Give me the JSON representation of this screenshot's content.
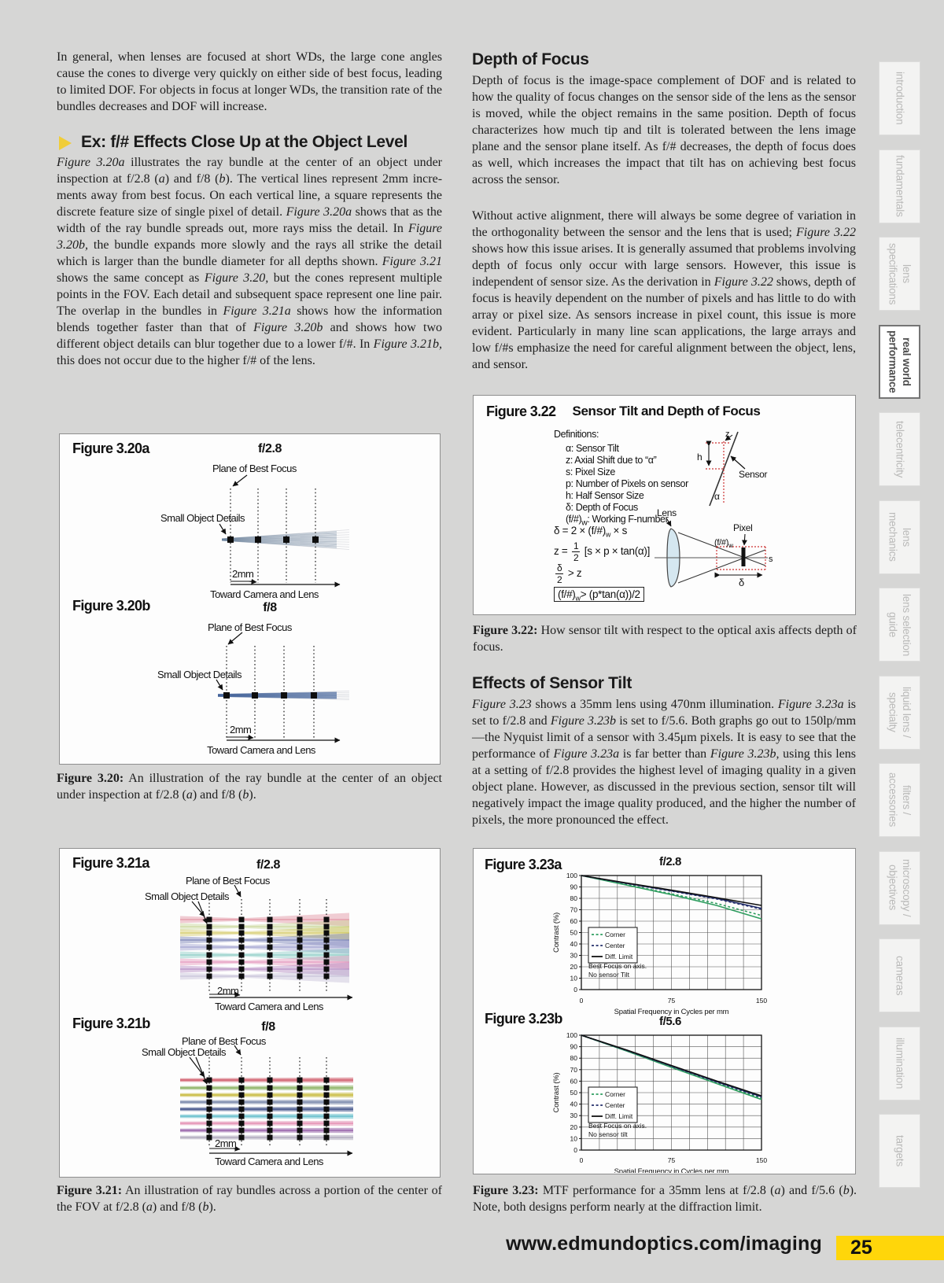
{
  "page": {
    "footer_url": "www.edmundoptics.com/imaging",
    "page_number": "25"
  },
  "left": {
    "para1": [
      {
        "t": "In general, when lenses are focused at short WDs, the large cone angles cause the cones to diverge very quickly on either side of best focus, lead­ing to limited DOF. For objects in focus at longer WDs, the transition rate of the bundles decreases and DOF will increase."
      }
    ],
    "heading": "Ex: f/# Effects Close Up at the Object Level",
    "para2": [
      {
        "t": "Figure 3.20a",
        "i": true
      },
      {
        "t": " illustrates the ray bundle at the center of an object under inspection at f/2.8 ("
      },
      {
        "t": "a",
        "i": true
      },
      {
        "t": ") and f/8 ("
      },
      {
        "t": "b",
        "i": true
      },
      {
        "t": "). The vertical lines represent 2mm incre­ments away from best focus. On each vertical line, a square represents the discrete feature size of single pixel of detail. "
      },
      {
        "t": "Figure 3.20a",
        "i": true
      },
      {
        "t": " shows that as the width of the ray bundle spreads out, more rays miss the detail. In "
      },
      {
        "t": "Figure 3.20b,",
        "i": true
      },
      {
        "t": " the bundle expands more slowly and the rays all strike the detail which is larger than the bundle diameter for all depths shown. "
      },
      {
        "t": "Fig­ure 3.21",
        "i": true
      },
      {
        "t": " shows the same concept as "
      },
      {
        "t": "Figure 3.20,",
        "i": true
      },
      {
        "t": " but the cones represent multiple points in the FOV. Each detail and subsequent space represent one line pair. The overlap in the bundles in "
      },
      {
        "t": "Figure 3.21a",
        "i": true
      },
      {
        "t": " shows how the information blends together faster than that of "
      },
      {
        "t": "Figure 3.20b",
        "i": true
      },
      {
        "t": " and shows how two different object details can blur together due to a lower f/#. In "
      },
      {
        "t": "Figure 3.21b,",
        "i": true
      },
      {
        "t": " this does not occur due to the higher f/# of the lens."
      }
    ]
  },
  "right": {
    "heading1": "Depth of Focus",
    "para1": [
      {
        "t": "Depth of focus is the image-space complement of DOF and is related to how the quality of focus changes on the sensor side of the lens as the sensor is moved, while the object remains in the same position. Depth of focus characterizes how much tip and tilt is tolerated between the lens image plane and the sensor plane itself. As f/# decreases, the depth of focus does as well, which increases the impact that tilt has on achieving best focus across the sensor."
      }
    ],
    "para2": [
      {
        "t": "Without active alignment, there will always be some degree of variation in the orthogonality between the sensor and the lens that is used; "
      },
      {
        "t": "Figure 3.22",
        "i": true
      },
      {
        "t": " shows how this issue arises. It is generally assumed that problems involving depth of focus only occur with large sensors. However, this is­sue is independent of sensor size. As the derivation in "
      },
      {
        "t": "Figure 3.22",
        "i": true
      },
      {
        "t": " shows, depth of focus is heavily dependent on the number of pixels and has little to do with array or pixel size. As sensors increase in pixel count, this issue is more evident. Particularly in many line scan applications, the large arrays and low f/#s emphasize the need for careful alignment between the object, lens, and sensor."
      }
    ],
    "heading2": "Effects of Sensor Tilt",
    "para3": [
      {
        "t": "Figure 3.23",
        "i": true
      },
      {
        "t": " shows a 35mm lens using 470nm illumination. "
      },
      {
        "t": "Figure 3.23a",
        "i": true
      },
      {
        "t": " is set to f/2.8 and "
      },
      {
        "t": "Figure 3.23b",
        "i": true
      },
      {
        "t": " is set to f/5.6. Both graphs go out to 150lp/mm—the Nyquist limit of a sensor with 3.45μm pixels. It is easy to see that the performance of "
      },
      {
        "t": "Figure 3.23a",
        "i": true
      },
      {
        "t": " is far better than "
      },
      {
        "t": "Figure 3.23b,",
        "i": true
      },
      {
        "t": " using this lens at a setting of f/2.8 provides the highest level of imaging quality in a given object plane. However, as discussed in the previous section, sensor tilt will negatively impact the image quality produced, and the higher the number of pixels, the more pronounced the effect."
      }
    ]
  },
  "fig20": {
    "label_a": "Figure 3.20a",
    "title_a": "f/2.8",
    "label_b": "Figure 3.20b",
    "title_b": "f/8",
    "plane": "Plane of Best Focus",
    "details": "Small Object Details",
    "scale": "2mm",
    "axis": "Toward Camera and Lens",
    "caption": [
      {
        "t": "Figure 3.20:",
        "b": true
      },
      {
        "t": " An illustration of the ray bundle at the center of an object under inspection at f/2.8 ("
      },
      {
        "t": "a",
        "i": true
      },
      {
        "t": ") and f/8 ("
      },
      {
        "t": "b",
        "i": true
      },
      {
        "t": ")."
      }
    ]
  },
  "fig21": {
    "label_a": "Figure 3.21a",
    "title_a": "f/2.8",
    "label_b": "Figure 3.21b",
    "title_b": "f/8",
    "plane": "Plane of Best Focus",
    "details": "Small Object Details",
    "scale": "2mm",
    "axis": "Toward Camera and Lens",
    "caption": [
      {
        "t": "Figure 3.21:",
        "b": true
      },
      {
        "t": " An illustration of ray bundles across a portion of the center of the FOV at f/2.8 ("
      },
      {
        "t": "a",
        "i": true
      },
      {
        "t": ") and f/8 ("
      },
      {
        "t": "b",
        "i": true
      },
      {
        "t": ")."
      }
    ]
  },
  "fig22": {
    "label": "Figure 3.22",
    "title": "Sensor Tilt and Depth of Focus",
    "definitions_title": "Definitions:",
    "definitions": [
      [
        {
          "t": "α: Sensor Tilt"
        }
      ],
      [
        {
          "t": "z: Axial Shift due to “α”"
        }
      ],
      [
        {
          "t": "s: Pixel Size"
        }
      ],
      [
        {
          "t": "p: Number of Pixels on sensor"
        }
      ],
      [
        {
          "t": "h: Half Sensor Size"
        }
      ],
      [
        {
          "t": "δ: Depth of Focus"
        }
      ],
      [
        {
          "t": "(f/#)"
        },
        {
          "t": "w",
          "sub": true
        },
        {
          "t": ": Working F-number"
        }
      ]
    ],
    "formula1": [
      {
        "t": "δ = 2 × (f/#)"
      },
      {
        "t": "w",
        "sub": true
      },
      {
        "t": " × s"
      }
    ],
    "formula2": {
      "pre": "z = ",
      "num": "1",
      "den": "2",
      "post": " [s × p × tan(α)]"
    },
    "formula3": {
      "pre": "",
      "num": "δ",
      "den": "2",
      "post": " > z"
    },
    "formula4": [
      {
        "t": "(f/#)"
      },
      {
        "t": "w",
        "sub": true
      },
      {
        "t": "> (p*tan(α))/2"
      }
    ],
    "labels": {
      "lens": "Lens",
      "pixel": "Pixel",
      "sensor": "Sensor",
      "s": "s",
      "delta": "δ",
      "alpha": "α",
      "h": "h",
      "z": "z",
      "fnum": "(f/#)",
      "fnum_sub": "w"
    },
    "caption": [
      {
        "t": "Figure 3.22:",
        "b": true
      },
      {
        "t": " How sensor tilt with respect to the optical axis affects depth of focus."
      }
    ]
  },
  "fig23": {
    "label_a": "Figure 3.23a",
    "label_b": "Figure 3.23b",
    "caption": [
      {
        "t": "Figure 3.23:",
        "b": true
      },
      {
        "t": " MTF performance for a 35mm lens at f/2.8 ("
      },
      {
        "t": "a",
        "i": true
      },
      {
        "t": ") and f/5.6 ("
      },
      {
        "t": "b",
        "i": true
      },
      {
        "t": "). Note, both designs perform nearly at the diffraction limit."
      }
    ]
  },
  "chart_data": [
    {
      "id": "323a",
      "type": "line",
      "title": "f/2.8",
      "xlabel": "Spatial Frequency in Cycles per mm",
      "ylabel": "Contrast (%)",
      "xlim": [
        0,
        150
      ],
      "ylim": [
        0,
        100
      ],
      "xticks": [
        0,
        75,
        150
      ],
      "ytick_step": 10,
      "grid": true,
      "legend_pos": "left-middle",
      "annotation": [
        "Best Focus on axis.",
        "No sensor Tilt"
      ],
      "x": [
        0,
        37.5,
        75,
        112.5,
        150
      ],
      "series": [
        {
          "name": "Corner",
          "color": "#2f9e60",
          "lines": [
            {
              "dash": true,
              "y": [
                100,
                92,
                84,
                75.5,
                65
              ]
            },
            {
              "dash": false,
              "y": [
                100,
                91.7,
                83.2,
                73.8,
                62
              ]
            }
          ]
        },
        {
          "name": "Center",
          "color": "#232e6b",
          "lines": [
            {
              "dash": true,
              "y": [
                100,
                93,
                86.3,
                79.5,
                70.5
              ]
            },
            {
              "dash": false,
              "y": [
                100,
                93.2,
                86.7,
                80,
                71.2
              ]
            }
          ]
        },
        {
          "name": "Diff. Limit",
          "color": "#111111",
          "lines": [
            {
              "dash": false,
              "y": [
                100,
                93.5,
                87.2,
                80.6,
                73.8
              ]
            }
          ]
        }
      ]
    },
    {
      "id": "323b",
      "type": "line",
      "title": "f/5.6",
      "xlabel": "Spatial Frequency in Cycles per mm",
      "ylabel": "Contrast (%)",
      "xlim": [
        0,
        150
      ],
      "ylim": [
        0,
        100
      ],
      "xticks": [
        0,
        75,
        150
      ],
      "ytick_step": 10,
      "grid": true,
      "legend_pos": "left-middle",
      "annotation": [
        "Best Focus on axis.",
        "No sensor tilt"
      ],
      "x": [
        0,
        37.5,
        75,
        112.5,
        150
      ],
      "series": [
        {
          "name": "Corner",
          "color": "#2f9e60",
          "lines": [
            {
              "dash": true,
              "y": [
                100,
                86.5,
                72.5,
                58.5,
                45
              ]
            },
            {
              "dash": false,
              "y": [
                100,
                86.3,
                72,
                58,
                44
              ]
            }
          ]
        },
        {
          "name": "Center",
          "color": "#232e6b",
          "lines": [
            {
              "dash": true,
              "y": [
                100,
                86.8,
                73,
                59.3,
                46
              ]
            },
            {
              "dash": false,
              "y": [
                100,
                87,
                73.2,
                59.6,
                46.5
              ]
            }
          ]
        },
        {
          "name": "Diff. Limit",
          "color": "#111111",
          "lines": [
            {
              "dash": false,
              "y": [
                100,
                87.2,
                73.6,
                60.2,
                47.2
              ]
            }
          ]
        }
      ]
    }
  ],
  "sidebar": {
    "tabs": [
      {
        "id": "introduction",
        "lines": [
          "introduction"
        ],
        "active": false
      },
      {
        "id": "fundamentals",
        "lines": [
          "fundamentals"
        ],
        "active": false
      },
      {
        "id": "lens-specifications",
        "lines": [
          "lens",
          "specifications"
        ],
        "active": false
      },
      {
        "id": "real-world-performance",
        "lines": [
          "real world",
          "performance"
        ],
        "active": true
      },
      {
        "id": "telecentricity",
        "lines": [
          "telecentricity"
        ],
        "active": false
      },
      {
        "id": "lens-mechanics",
        "lines": [
          "lens",
          "mechanics"
        ],
        "active": false
      },
      {
        "id": "lens-selection-guide",
        "lines": [
          "lens selection",
          "guide"
        ],
        "active": false
      },
      {
        "id": "liquid-lens-specialty",
        "lines": [
          "liquid lens /",
          "specialty"
        ],
        "active": false
      },
      {
        "id": "filters-accessories",
        "lines": [
          "filters /",
          "accessories"
        ],
        "active": false
      },
      {
        "id": "microscopy-objectives",
        "lines": [
          "microscopy /",
          "objectives"
        ],
        "active": false
      },
      {
        "id": "cameras",
        "lines": [
          "cameras"
        ],
        "active": false
      },
      {
        "id": "illumination",
        "lines": [
          "illumination"
        ],
        "active": false
      },
      {
        "id": "targets",
        "lines": [
          "targets"
        ],
        "active": false
      }
    ]
  }
}
